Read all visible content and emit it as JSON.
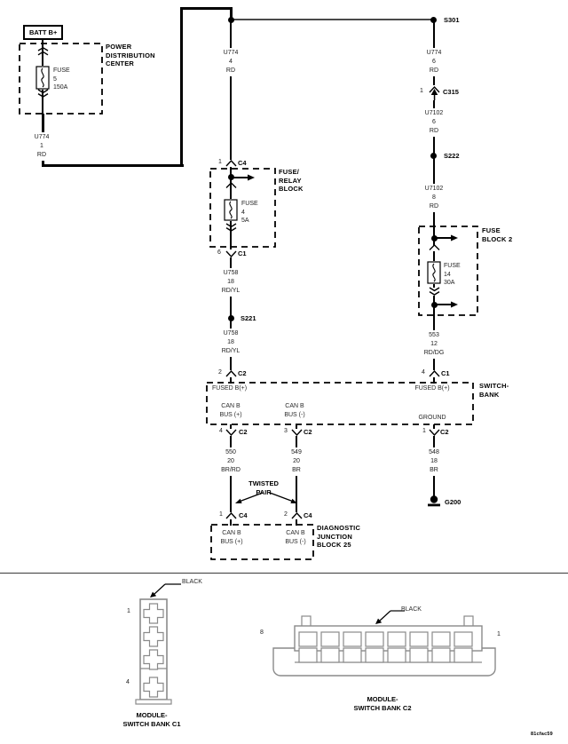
{
  "meta": {
    "watermark": "81cfac59"
  },
  "power": {
    "batt": "BATT B+",
    "pdc_title": "POWER\nDISTRIBUTION\nCENTER",
    "pdc_fuse": "FUSE\n5\n150A",
    "wire": "U774\n1\nRD"
  },
  "feed": {
    "s301": "S301",
    "mid_wire": "U774\n4\nRD",
    "right_wire": "U774\n6\nRD"
  },
  "mid": {
    "c4_pin": "1",
    "c4": "C4",
    "frb_title": "FUSE/\nRELAY\nBLOCK",
    "frb_fuse": "FUSE\n4\n5A",
    "c1_pin": "6",
    "c1": "C1",
    "wire_a": "U758\n18\nRD/YL",
    "s221": "S221",
    "wire_b": "U758\n18\nRD/YL",
    "c2_pin": "2",
    "c2": "C2"
  },
  "right": {
    "c315_pin": "1",
    "c315": "C315",
    "wire_a": "U7102\n6\nRD",
    "s222": "S222",
    "wire_b": "U7102\n8\nRD",
    "fb2_title": "FUSE\nBLOCK 2",
    "fb2_fuse": "FUSE\n14\n30A",
    "wire_c": "553\n12\nRD/DG",
    "c1_pin": "4",
    "c1": "C1",
    "c2_pin": "1",
    "c2": "C2",
    "wire_d": "548\n18\nBR",
    "g200": "G200"
  },
  "bank": {
    "title": "SWITCH-\nBANK",
    "fused_left": "FUSED B(+)",
    "fused_right": "FUSED B(+)",
    "can_plus": "CAN B\nBUS (+)",
    "can_minus": "CAN B\nBUS (-)",
    "ground": "GROUND"
  },
  "bus": {
    "c2p4_pin": "4",
    "c2p4": "C2",
    "c2p3_pin": "3",
    "c2p3": "C2",
    "wire_plus": "550\n20\nBR/RD",
    "wire_minus": "549\n20\nBR",
    "twisted": "TWISTED\nPAIR",
    "c4p1_pin": "1",
    "c4p1": "C4",
    "c4p2_pin": "2",
    "c4p2": "C4",
    "djb_title": "DIAGNOSTIC\nJUNCTION\nBLOCK 25",
    "can_plus": "CAN B\nBUS (+)",
    "can_minus": "CAN B\nBUS (-)"
  },
  "views": {
    "c1_color": "BLACK",
    "c1_pin_top": "1",
    "c1_pin_bottom": "4",
    "c1_caption": "MODULE-\nSWITCH BANK C1",
    "c2_color": "BLACK",
    "c2_pin_left": "8",
    "c2_pin_right": "1",
    "c2_caption": "MODULE-\nSWITCH BANK C2"
  }
}
